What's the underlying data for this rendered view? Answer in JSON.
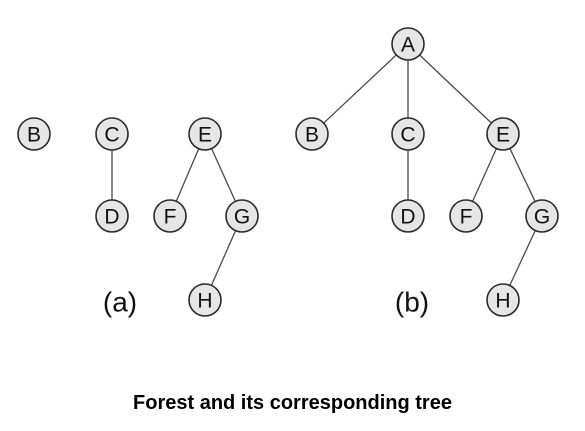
{
  "panels": [
    {
      "id": "a",
      "label": "(a)",
      "nodes": [
        "B",
        "C",
        "D",
        "E",
        "F",
        "G",
        "H"
      ],
      "edges": [
        [
          "C",
          "D"
        ],
        [
          "E",
          "F"
        ],
        [
          "E",
          "G"
        ],
        [
          "G",
          "H"
        ]
      ]
    },
    {
      "id": "b",
      "label": "(b)",
      "nodes": [
        "A",
        "B",
        "C",
        "D",
        "E",
        "F",
        "G",
        "H"
      ],
      "edges": [
        [
          "A",
          "B"
        ],
        [
          "A",
          "C"
        ],
        [
          "A",
          "E"
        ],
        [
          "C",
          "D"
        ],
        [
          "E",
          "F"
        ],
        [
          "E",
          "G"
        ],
        [
          "G",
          "H"
        ]
      ]
    }
  ],
  "caption": "Forest and its corresponding tree",
  "colors": {
    "node_fill": "#e6e6e6",
    "node_stroke": "#2a2a2a",
    "edge": "#4a4a4a",
    "text": "#111111"
  }
}
